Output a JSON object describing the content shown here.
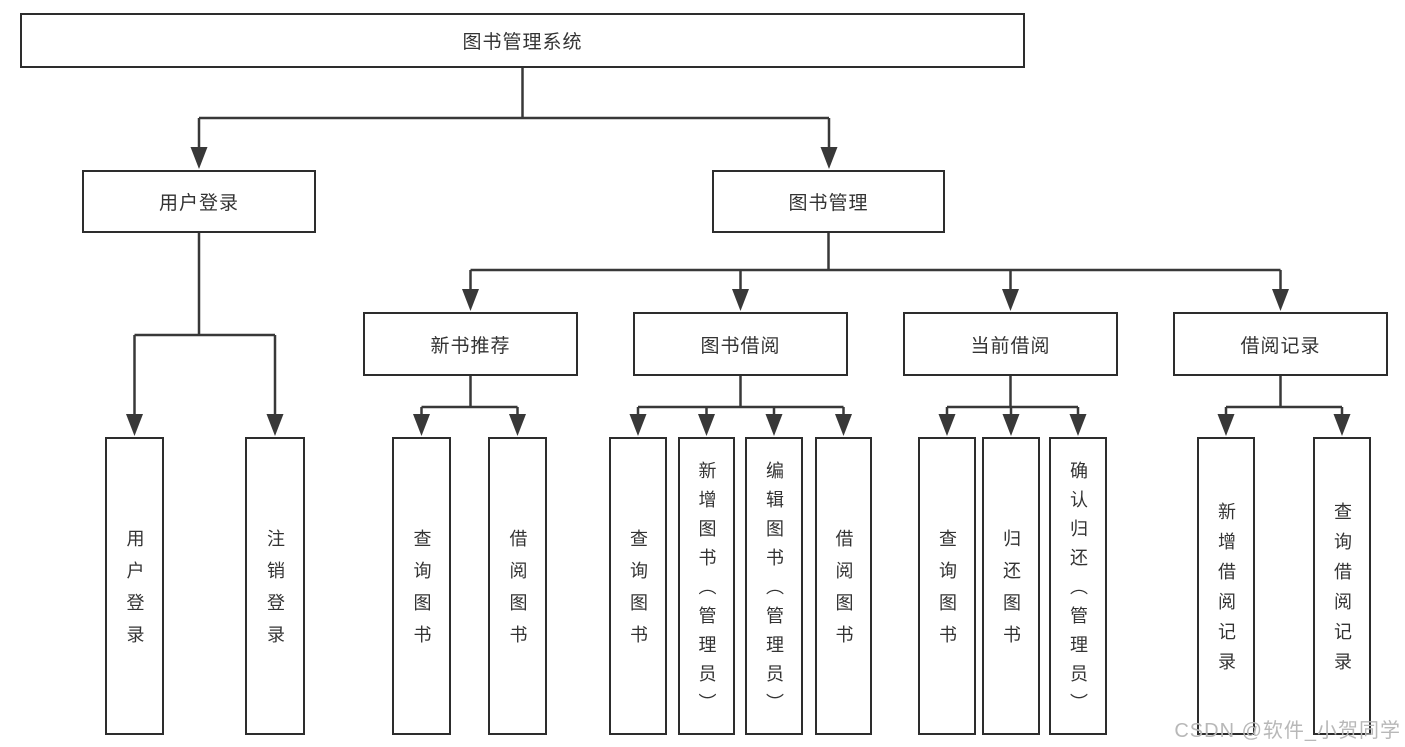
{
  "tree": {
    "root": {
      "label": "图书管理系统",
      "children": [
        {
          "label": "用户登录",
          "children": [
            {
              "label": "用户登录"
            },
            {
              "label": "注销登录"
            }
          ]
        },
        {
          "label": "图书管理",
          "children": [
            {
              "label": "新书推荐",
              "children": [
                {
                  "label": "查询图书"
                },
                {
                  "label": "借阅图书"
                }
              ]
            },
            {
              "label": "图书借阅",
              "children": [
                {
                  "label": "查询图书"
                },
                {
                  "label": "新增图书（管理员）"
                },
                {
                  "label": "编辑图书（管理员）"
                },
                {
                  "label": "借阅图书"
                }
              ]
            },
            {
              "label": "当前借阅",
              "children": [
                {
                  "label": "查询图书"
                },
                {
                  "label": "归还图书"
                },
                {
                  "label": "确认归还（管理员）"
                }
              ]
            },
            {
              "label": "借阅记录",
              "children": [
                {
                  "label": "新增借阅记录"
                },
                {
                  "label": "查询借阅记录"
                }
              ]
            }
          ]
        }
      ]
    }
  },
  "watermark": {
    "text": "CSDN @软件_小贺同学"
  },
  "colors": {
    "line": "#383838",
    "box_border": "#2d2d2d",
    "text": "#333333",
    "watermark": "#b8b8b8",
    "background": "#ffffff"
  }
}
